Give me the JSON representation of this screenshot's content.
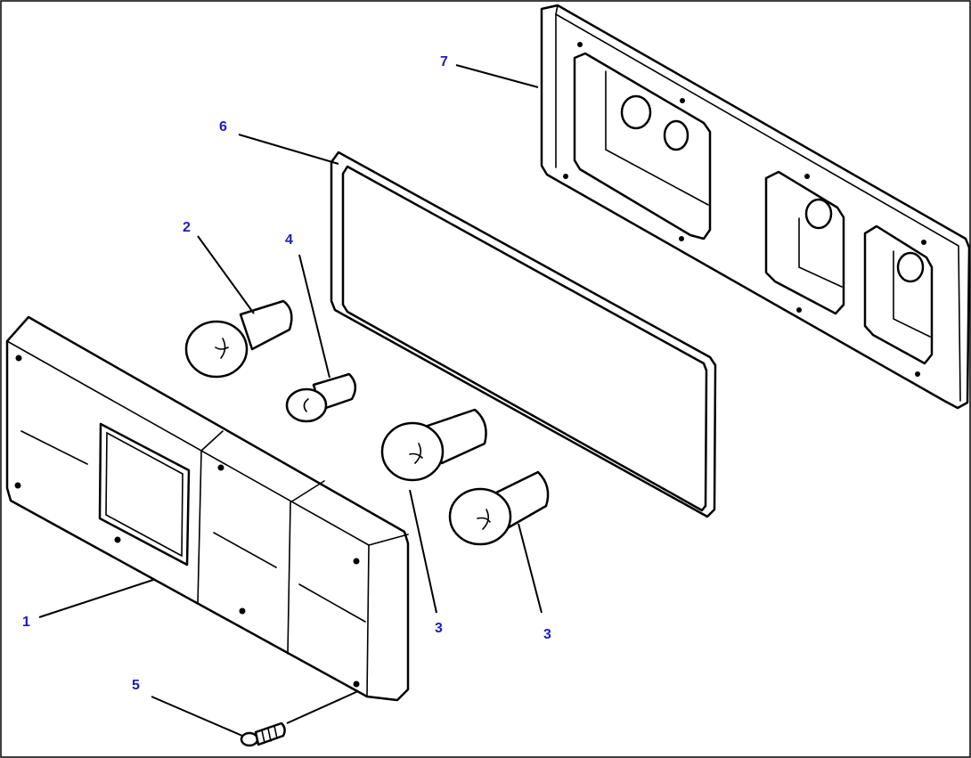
{
  "callout_color": "#1a1acc",
  "line_color": "#000000",
  "callouts": [
    {
      "id": "c1",
      "text": "1",
      "part": "lamp-body"
    },
    {
      "id": "c2",
      "text": "2",
      "part": "large-bulb"
    },
    {
      "id": "c3a",
      "text": "3",
      "part": "bulb"
    },
    {
      "id": "c3b",
      "text": "3",
      "part": "bulb"
    },
    {
      "id": "c4",
      "text": "4",
      "part": "small-bulb"
    },
    {
      "id": "c5",
      "text": "5",
      "part": "screw"
    },
    {
      "id": "c6",
      "text": "6",
      "part": "gasket"
    },
    {
      "id": "c7",
      "text": "7",
      "part": "mounting-plate"
    }
  ]
}
